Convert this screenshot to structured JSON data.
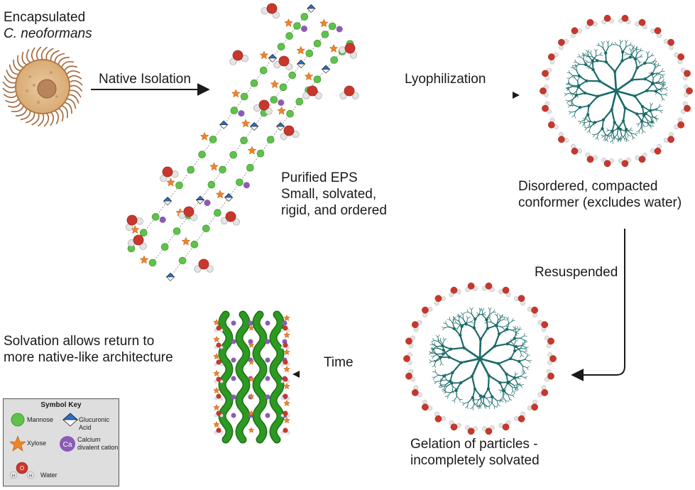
{
  "labels": {
    "encapsulated_line1": "Encapsulated",
    "encapsulated_line2": "C. neoformans",
    "native_isolation": "Native Isolation",
    "lyophilization": "Lyophilization",
    "purified_line1": "Purified EPS",
    "purified_line2": "Small, solvated,",
    "purified_line3": "rigid, and ordered",
    "disordered_line1": "Disordered, compacted",
    "disordered_line2": "conformer (excludes water)",
    "resuspended": "Resuspended",
    "time": "Time",
    "solvation_line1": "Solvation allows return to",
    "solvation_line2": "more native-like architecture",
    "gelation_line1": "Gelation of particles -",
    "gelation_line2": "incompletely solvated"
  },
  "symbol_key": {
    "title": "Symbol Key",
    "mannose": "Mannose",
    "glucuronic_acid": "Glucuronic Acid",
    "xylose": "Xylose",
    "calcium_line1": "Calcium",
    "calcium_line2": "divalent cation",
    "calcium_symbol": "Ca",
    "water": "Water",
    "water_o": "O",
    "water_h": "H"
  },
  "colors": {
    "mannose": "#5fc24a",
    "xylose": "#f0832a",
    "glucuronic": "#2e6fc0",
    "calcium": "#8b5bb5",
    "water_oxygen": "#c8372d",
    "water_hydrogen": "#d9d9d9",
    "polymer": "#1c6b6a",
    "gel_strand": "#2c9a22"
  }
}
